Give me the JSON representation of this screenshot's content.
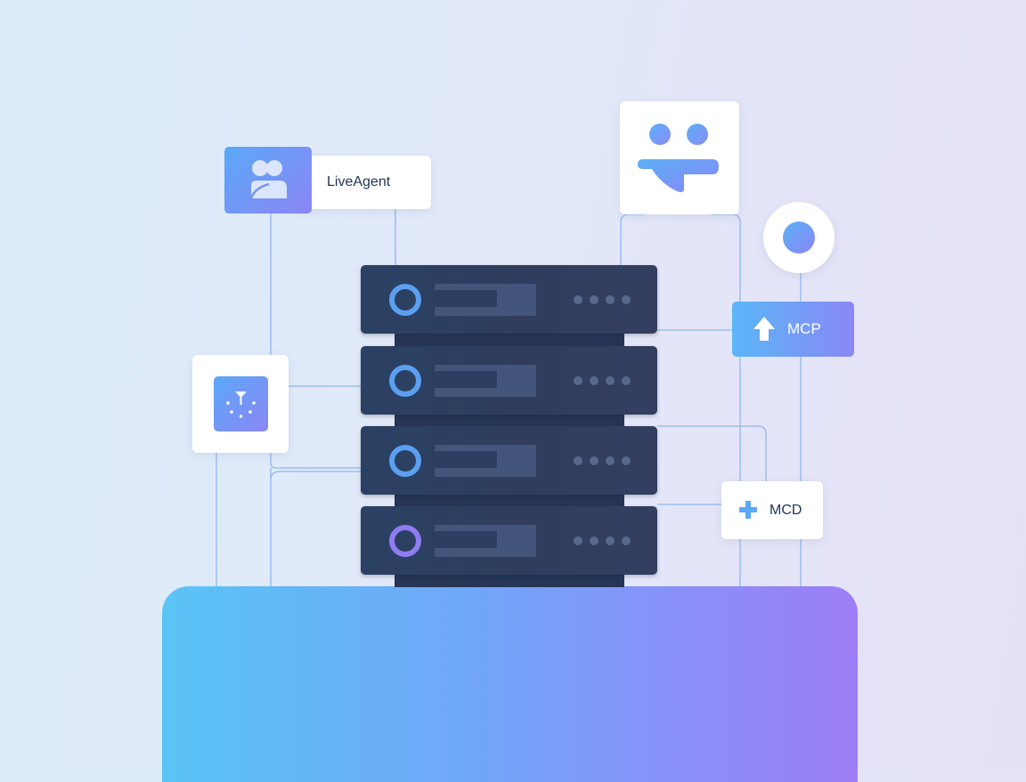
{
  "labels": {
    "liveagent": "LiveAgent",
    "mcp": "MCP",
    "mcd": "MCD"
  },
  "icons": {
    "liveagent_tile": "users-icon",
    "left_tile": "spark-icon",
    "mcp_arrow": "arrow-up-icon",
    "mcd_symbol": "plus-icon",
    "top_card": "smiley-icon",
    "circle_badge": "dot-icon"
  },
  "server": {
    "units": 4,
    "status_dots_per_unit": 4
  },
  "colors": {
    "background_left": "#dcecfa",
    "background_right": "#e6e0f7",
    "platform_start": "#5ac4f6",
    "platform_end": "#9d7df7",
    "server_body": "#2e3d5f",
    "accent_blue": "#5ba8f7",
    "accent_violet": "#8b86f5",
    "wire": "#8fb8ec",
    "label_text": "#23345a"
  }
}
